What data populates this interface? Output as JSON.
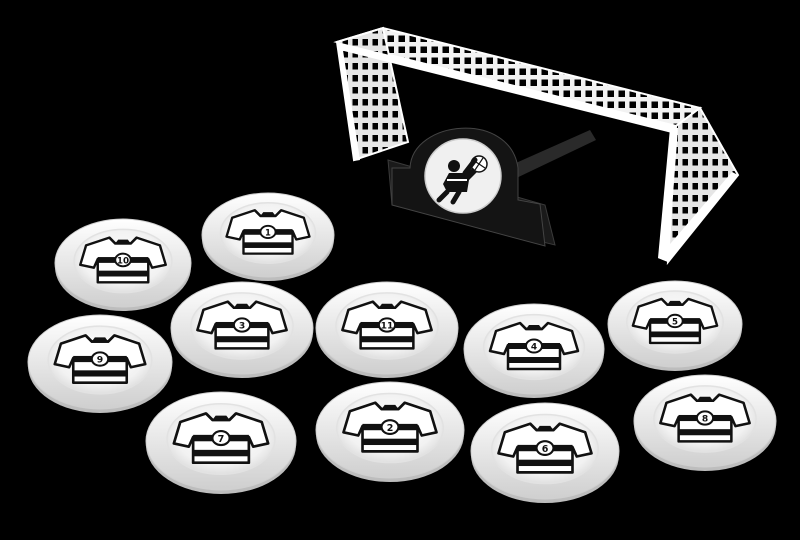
{
  "scene": {
    "background": "#000000",
    "disc_color": "#f4f4f4",
    "ink_color": "#111111",
    "goal_color": "#f2f2f2",
    "stand_color": "#141414"
  },
  "goalkeeper": {
    "icon": "goalkeeper-icon"
  },
  "goal": {
    "icon": "goal-net-icon"
  },
  "players": [
    {
      "number": "10"
    },
    {
      "number": "1"
    },
    {
      "number": "3"
    },
    {
      "number": "11"
    },
    {
      "number": "4"
    },
    {
      "number": "5"
    },
    {
      "number": "9"
    },
    {
      "number": "7"
    },
    {
      "number": "2"
    },
    {
      "number": "6"
    },
    {
      "number": "8"
    }
  ]
}
